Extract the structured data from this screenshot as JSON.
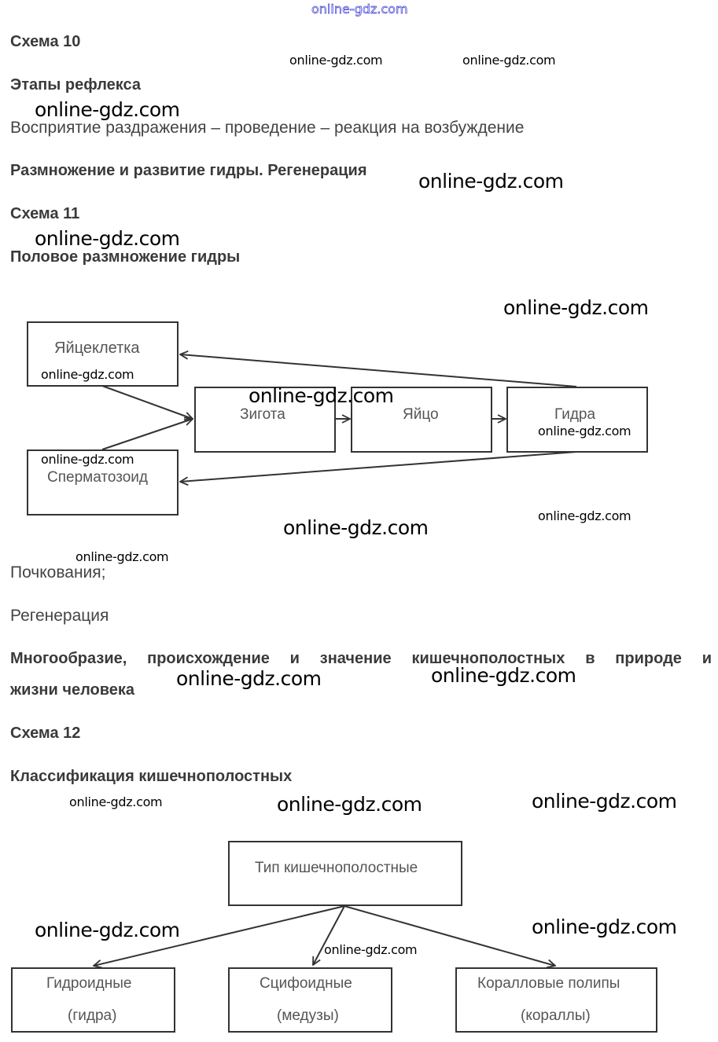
{
  "watermark_top": "online-gdz.com",
  "watermarks": [
    "online-gdz.com",
    "online-gdz.com",
    "online-gdz.com",
    "online-gdz.com",
    "online-gdz.com",
    "online-gdz.com",
    "online-gdz.com",
    "online-gdz.com",
    "online-gdz.com",
    "online-gdz.com",
    "online-gdz.com",
    "online-gdz.com",
    "online-gdz.com",
    "online-gdz.com",
    "online-gdz.com",
    "online-gdz.com",
    "online-gdz.com",
    "online-gdz.com",
    "online-gdz.com",
    "online-gdz.com",
    "online-gdz.com"
  ],
  "section10": {
    "title": "Схема 10",
    "subtitle": "Этапы рефлекса",
    "text": "Восприятие раздражения – проведение – реакция на возбуждение"
  },
  "topic_hydra": "Размножение и развитие гидры. Регенерация",
  "section11": {
    "title": "Схема 11",
    "subtitle": "Половое размножение гидры",
    "diagram": {
      "egg_cell": "Яйцеклетка",
      "sperm": "Сперматозоид",
      "zygote": "Зигота",
      "egg": "Яйцо",
      "hydra": "Гидра"
    },
    "budding": "Почкования;",
    "regeneration": "Регенерация"
  },
  "topic_diversity": {
    "line1": "Многообразие, происхождение и значение кишечнополостных в природе и",
    "line2": "жизни человека"
  },
  "section12": {
    "title": "Схема 12",
    "subtitle": "Классификация кишечнополостных",
    "diagram": {
      "root": "Тип кишечнополостные",
      "children": [
        {
          "name": "Гидроидные",
          "example": "(гидра)"
        },
        {
          "name": "Сцифоидные",
          "example": "(медузы)"
        },
        {
          "name": "Коралловые полипы",
          "example": "(кораллы)"
        }
      ]
    }
  }
}
